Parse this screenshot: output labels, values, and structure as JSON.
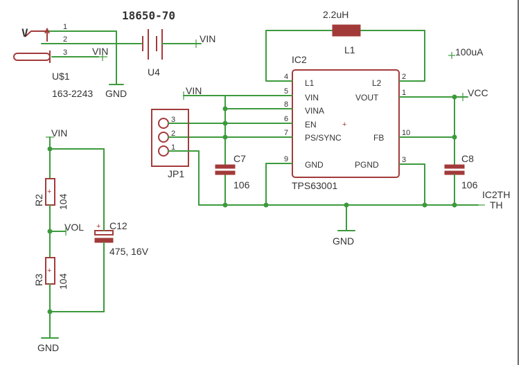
{
  "battery": {
    "name": "U4",
    "value": "18650-70",
    "net": "VIN"
  },
  "switch": {
    "name": "U$1",
    "value": "163-2243",
    "pin_v": "V",
    "pins": [
      "1",
      "2",
      "3"
    ],
    "net_vin": "VIN",
    "net_gnd": "GND"
  },
  "inductor": {
    "name": "L1",
    "value": "2.2uH"
  },
  "note": "100uA",
  "ic": {
    "name": "IC2",
    "value": "TPS63001",
    "left_pins": [
      {
        "num": "4",
        "label": "L1"
      },
      {
        "num": "5",
        "label": "VIN"
      },
      {
        "num": "8",
        "label": "VINA"
      },
      {
        "num": "6",
        "label": "EN"
      },
      {
        "num": "7",
        "label": "PS/SYNC"
      },
      {
        "num": "9",
        "label": "GND"
      }
    ],
    "right_pins": [
      {
        "num": "2",
        "label": "L2"
      },
      {
        "num": "1",
        "label": "VOUT"
      },
      {
        "num": "10",
        "label": "FB"
      },
      {
        "num": "3",
        "label": "PGND"
      }
    ],
    "plus": "+"
  },
  "nets": {
    "vin_ic": "VIN",
    "vcc": "VCC",
    "gnd_main": "GND",
    "ic2th": "IC2TH",
    "th": "TH"
  },
  "jumper": {
    "name": "JP1",
    "pins": [
      "3",
      "2",
      "1"
    ]
  },
  "c7": {
    "name": "C7",
    "value": "106"
  },
  "c8": {
    "name": "C8",
    "value": "106"
  },
  "divider": {
    "vin": "VIN",
    "r2": {
      "name": "R2",
      "value": "104"
    },
    "vol": "VOL",
    "r3": {
      "name": "R3",
      "value": "104"
    },
    "c12": {
      "name": "C12",
      "value": "475, 16V"
    },
    "gnd": "GND"
  }
}
